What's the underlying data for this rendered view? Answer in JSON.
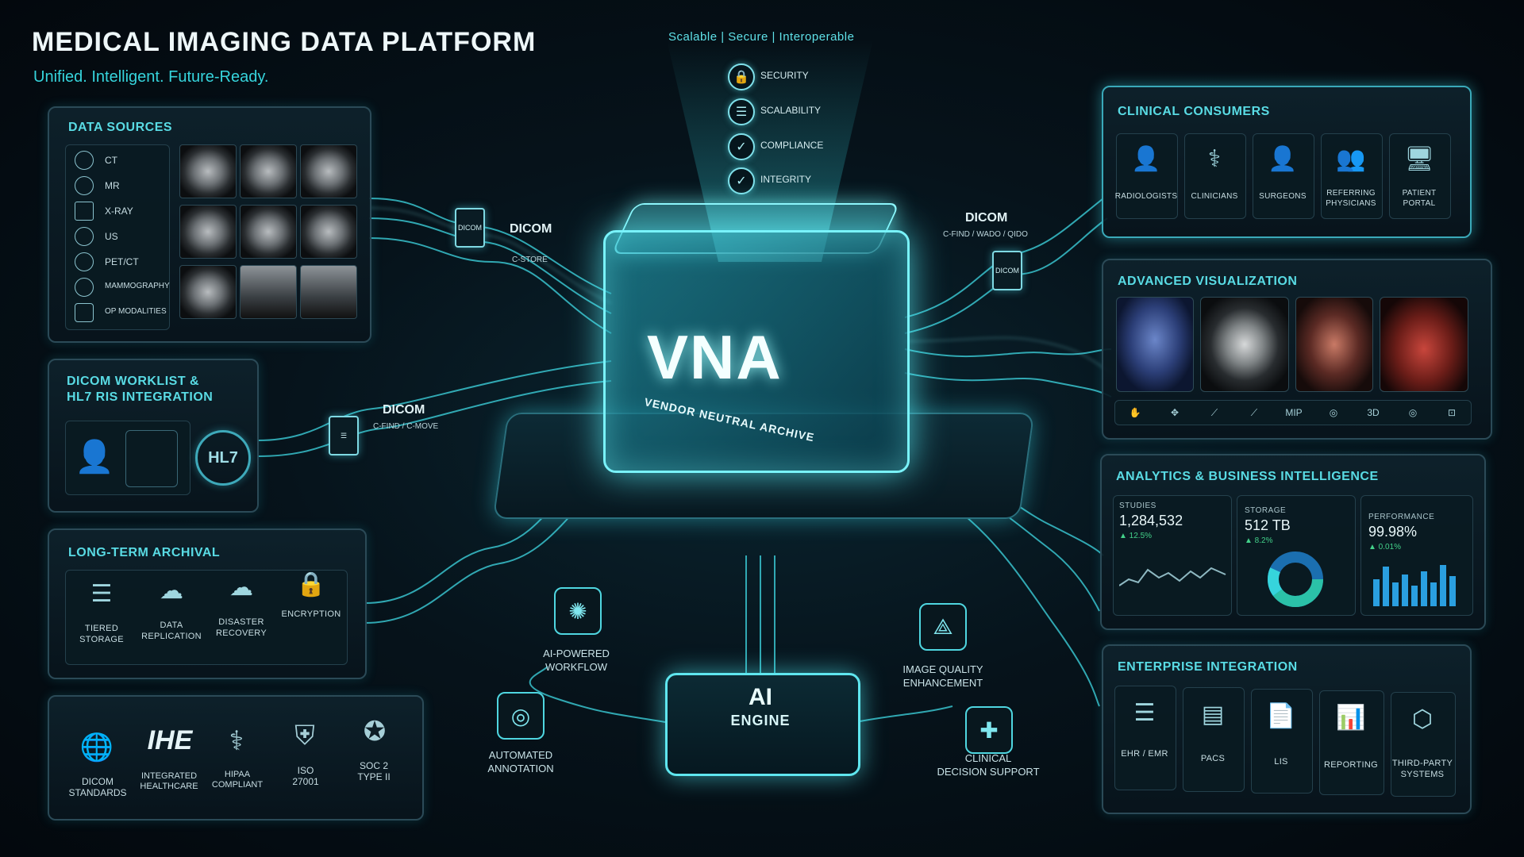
{
  "header": {
    "title": "MEDICAL IMAGING DATA PLATFORM",
    "subtitle": "Unified. Intelligent. Future-Ready.",
    "tagline": "Scalable  |  Secure  |  Interoperable"
  },
  "features": [
    {
      "label": "SECURITY",
      "icon": "lock-icon"
    },
    {
      "label": "SCALABILITY",
      "icon": "database-icon"
    },
    {
      "label": "COMPLIANCE",
      "icon": "shield-check-icon"
    },
    {
      "label": "INTEGRITY",
      "icon": "check-circle-icon"
    }
  ],
  "core": {
    "title": "VNA",
    "subtitle": "VENDOR NEUTRAL ARCHIVE"
  },
  "ai_engine": {
    "title": "AI",
    "subtitle": "ENGINE"
  },
  "data_sources": {
    "title": "DATA SOURCES",
    "items": [
      "CT",
      "MR",
      "X-RAY",
      "US",
      "PET/CT",
      "MAMMOGRAPHY",
      "OP MODALITIES"
    ]
  },
  "worklist": {
    "title_line1": "DICOM WORKLIST &",
    "title_line2": "HL7 RIS INTEGRATION",
    "badge": "HL7"
  },
  "archival": {
    "title": "LONG-TERM ARCHIVAL",
    "items": [
      {
        "line1": "TIERED",
        "line2": "STORAGE"
      },
      {
        "line1": "DATA",
        "line2": "REPLICATION"
      },
      {
        "line1": "DISASTER",
        "line2": "RECOVERY"
      },
      {
        "line1": "ENCRYPTION",
        "line2": ""
      }
    ]
  },
  "standards": {
    "ihe": "IHE",
    "items": [
      {
        "line1": "DICOM",
        "line2": "STANDARDS"
      },
      {
        "line1": "INTEGRATED",
        "line2": "HEALTHCARE"
      },
      {
        "line1": "HIPAA",
        "line2": "COMPLIANT"
      },
      {
        "line1": "ISO",
        "line2": "27001"
      },
      {
        "line1": "SOC 2",
        "line2": "TYPE II"
      }
    ]
  },
  "protocols": {
    "left_top": {
      "name": "DICOM",
      "sub": "C-STORE",
      "file": "DICOM"
    },
    "left_mid": {
      "name": "DICOM",
      "sub": "C-FIND / C-MOVE"
    },
    "right_top": {
      "name": "DICOM",
      "sub": "C-FIND / WADO / QIDO",
      "file": "DICOM"
    }
  },
  "clinical_consumers": {
    "title": "CLINICAL CONSUMERS",
    "items": [
      {
        "line1": "RADIOLOGISTS",
        "line2": ""
      },
      {
        "line1": "CLINICIANS",
        "line2": ""
      },
      {
        "line1": "SURGEONS",
        "line2": ""
      },
      {
        "line1": "REFERRING",
        "line2": "PHYSICIANS"
      },
      {
        "line1": "PATIENT",
        "line2": "PORTAL"
      }
    ]
  },
  "visualization": {
    "title": "ADVANCED VISUALIZATION",
    "tools": [
      "✋",
      "✥",
      "⟋",
      "⟋",
      "MIP",
      "◎",
      "3D",
      "◎",
      "⊡"
    ]
  },
  "analytics": {
    "title": "ANALYTICS & BUSINESS INTELLIGENCE",
    "studies": {
      "label": "STUDIES",
      "value": "1,284,532",
      "delta": "▲ 12.5%"
    },
    "storage": {
      "label": "STORAGE",
      "value": "512 TB",
      "delta": "▲ 8.2%"
    },
    "performance": {
      "label": "PERFORMANCE",
      "value": "99.98%",
      "delta": "▲ 0.01%"
    }
  },
  "enterprise": {
    "title": "ENTERPRISE INTEGRATION",
    "items": [
      {
        "line1": "EHR / EMR",
        "line2": ""
      },
      {
        "line1": "PACS",
        "line2": ""
      },
      {
        "line1": "LIS",
        "line2": ""
      },
      {
        "line1": "REPORTING",
        "line2": ""
      },
      {
        "line1": "THIRD-PARTY",
        "line2": "SYSTEMS"
      }
    ]
  },
  "ai_modules": [
    {
      "line1": "AI-POWERED",
      "line2": "WORKFLOW"
    },
    {
      "line1": "IMAGE QUALITY",
      "line2": "ENHANCEMENT"
    },
    {
      "line1": "AUTOMATED",
      "line2": "ANNOTATION"
    },
    {
      "line1": "CLINICAL",
      "line2": "DECISION SUPPORT"
    }
  ],
  "colors": {
    "accent": "#36d4dc",
    "glow": "#79f3fb",
    "background": "#040b12"
  }
}
